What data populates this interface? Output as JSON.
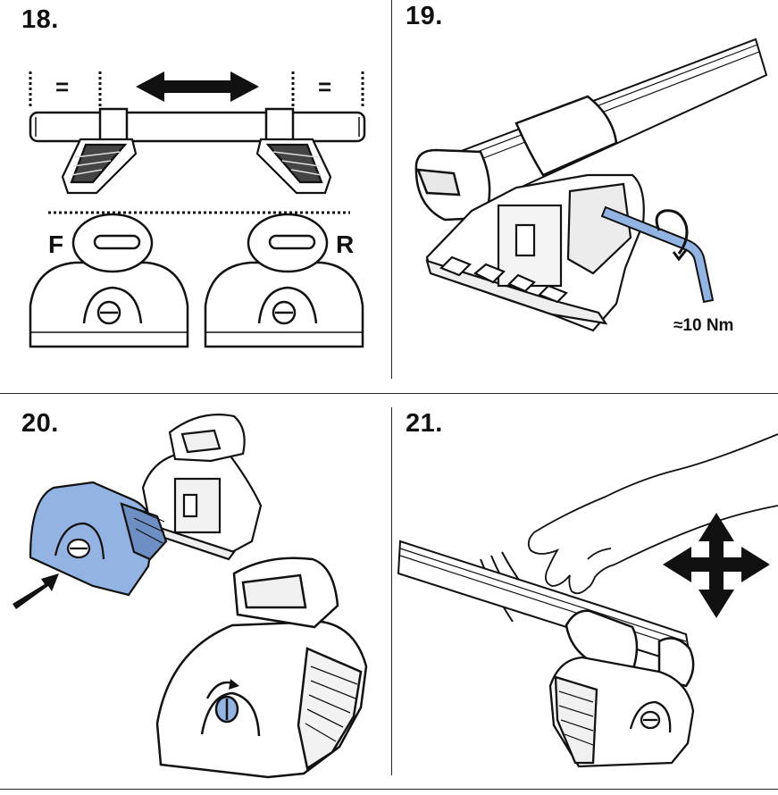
{
  "steps": [
    {
      "number": "18."
    },
    {
      "number": "19."
    },
    {
      "number": "20."
    },
    {
      "number": "21."
    }
  ],
  "step18": {
    "equal_left": "=",
    "equal_right": "=",
    "front_label": "F",
    "rear_label": "R"
  },
  "step19": {
    "torque": "≈10 Nm"
  },
  "colors": {
    "highlight": "#93b4e2",
    "highlight_dark": "#6d8fc4",
    "line": "#111111"
  },
  "icons": {
    "double_arrow": "horizontal-double-arrow-icon",
    "rotate": "rotate-arrow-icon",
    "push": "push-arrow-icon",
    "move": "four-way-arrow-icon",
    "hand": "hand-icon"
  }
}
